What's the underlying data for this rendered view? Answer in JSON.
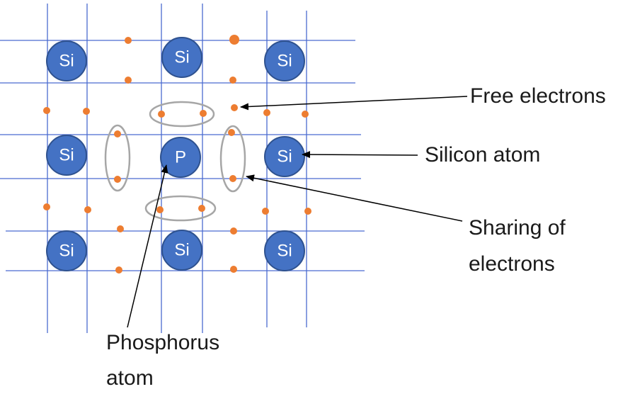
{
  "atoms": {
    "row1": [
      "Si",
      "Si",
      "Si"
    ],
    "row2": [
      "Si",
      "P",
      "Si"
    ],
    "row3": [
      "Si",
      "Si",
      "Si"
    ]
  },
  "labels": {
    "free_electrons": "Free electrons",
    "silicon_atom": "Silicon atom",
    "sharing_line1": "Sharing of",
    "sharing_line2": "electrons",
    "phosphorus_line1": "Phosphorus",
    "phosphorus_line2": "atom"
  },
  "colors": {
    "atom_fill": "#4472c4",
    "atom_stroke": "#2f528f",
    "grid_line": "#4a6bd0",
    "electron": "#ed7d31",
    "bond_ellipse": "#a6a6a6",
    "arrow": "#000000"
  }
}
